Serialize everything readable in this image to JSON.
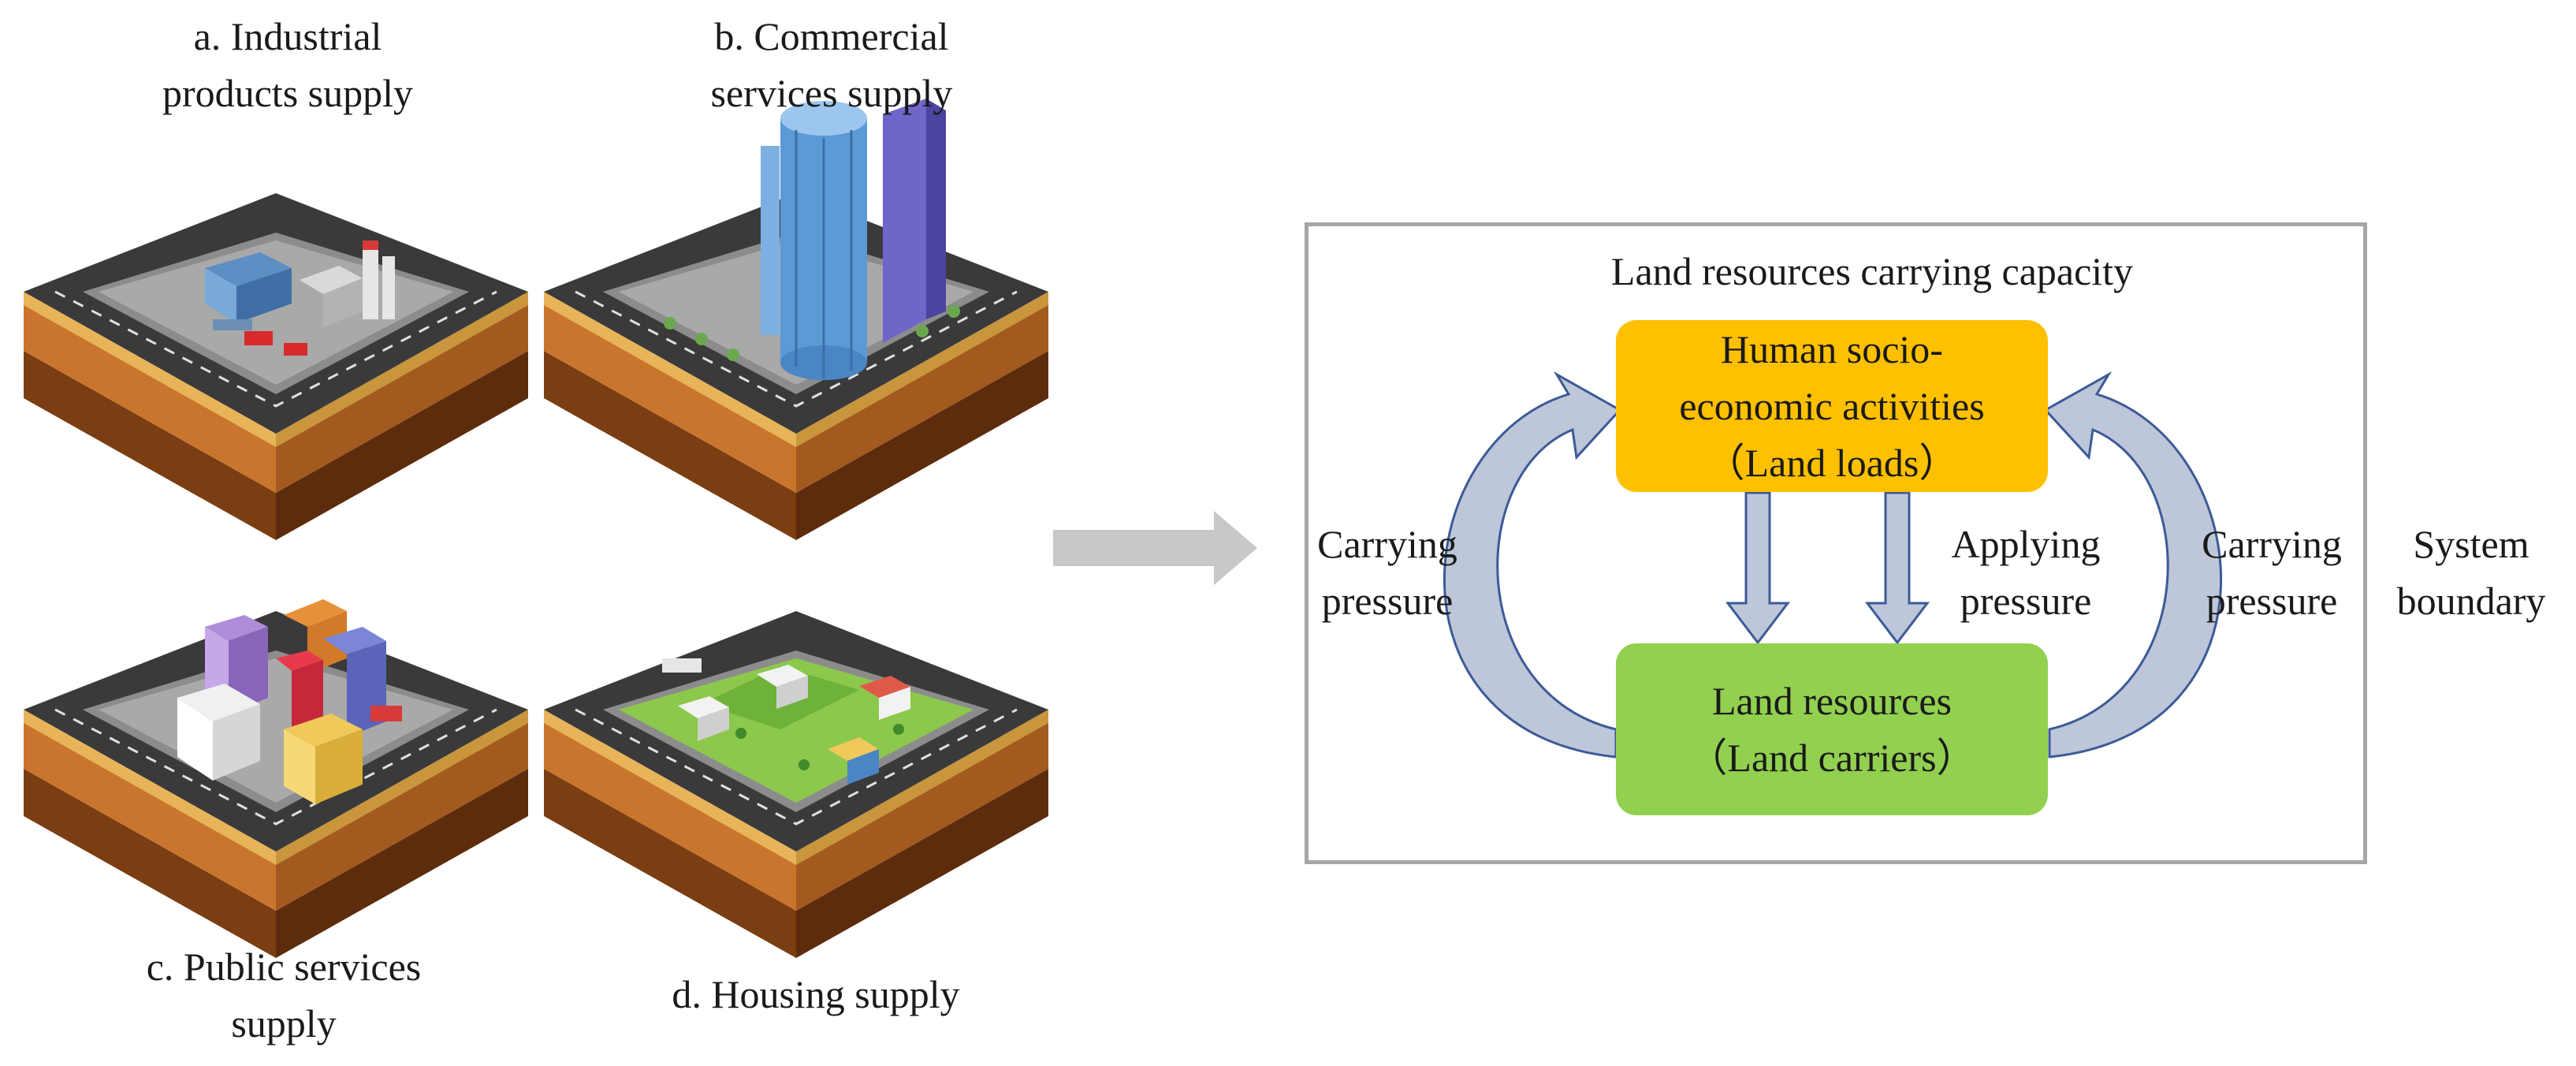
{
  "panels": {
    "a": {
      "line1": "a. Industrial",
      "line2": "products  supply"
    },
    "b": {
      "line1": "b. Commercial",
      "line2": "services supply"
    },
    "c": {
      "line1": "c. Public services",
      "line2": "supply"
    },
    "d": {
      "line1": "d. Housing supply"
    }
  },
  "system": {
    "title": "Land resources  carrying  capacity",
    "top_box": {
      "line1": "Human socio-",
      "line2": "economic activities",
      "line3": "（Land loads）",
      "color": "#FFC000"
    },
    "bottom_box": {
      "line1": "Land resources",
      "line2": "（Land carriers）",
      "color": "#92D050"
    },
    "left_label": {
      "line1": "Carrying",
      "line2": "pressure"
    },
    "middle_label": {
      "line1": "Applying",
      "line2": "pressure"
    },
    "right_label": {
      "line1": "Carrying",
      "line2": "pressure"
    },
    "boundary_label": {
      "line1": "System",
      "line2": "boundary"
    },
    "arrow_fill": "#BDC7D9",
    "arrow_stroke": "#3C5A96",
    "frame_color": "#A6A6A6"
  }
}
